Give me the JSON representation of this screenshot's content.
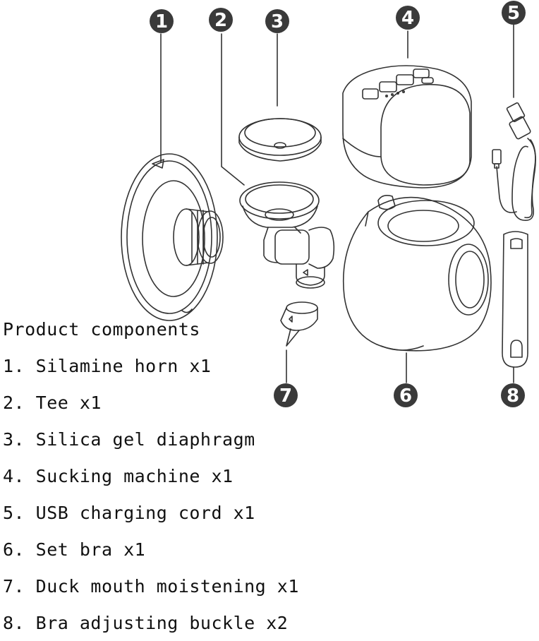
{
  "heading": "Product components",
  "components": [
    {
      "num": "1",
      "text": "1. Silamine horn x1"
    },
    {
      "num": "2",
      "text": "2. Tee x1"
    },
    {
      "num": "3",
      "text": "3. Silica gel diaphragm"
    },
    {
      "num": "4",
      "text": "4. Sucking machine x1"
    },
    {
      "num": "5",
      "text": "5. USB charging cord x1"
    },
    {
      "num": "6",
      "text": "6. Set bra x1"
    },
    {
      "num": "7",
      "text": "7. Duck mouth moistening x1"
    },
    {
      "num": "8",
      "text": "8. Bra adjusting buckle x2"
    }
  ],
  "colors": {
    "line": "#333333",
    "badge": "#3a3a3a",
    "background": "#ffffff"
  }
}
